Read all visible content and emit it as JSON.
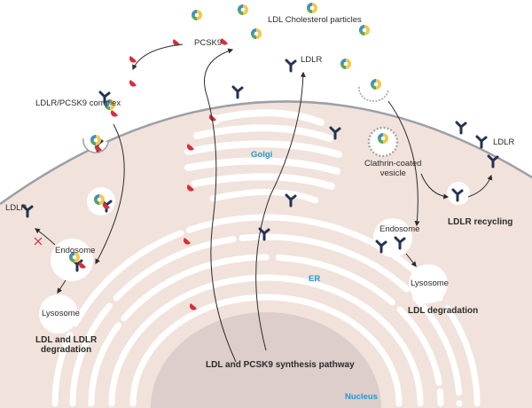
{
  "labels": {
    "ldl_particles": "LDL Cholesterol particles",
    "pcsk9": "PCSK9",
    "ldlr_top": "LDLR",
    "ldlr_pcsk9_complex": "LDLR/PCSK9 complex",
    "golgi": "Golgi",
    "clathrin_line1": "Clathrin-coated",
    "clathrin_line2": "vesicle",
    "ldlr_right": "LDLR",
    "ldlr_left": "LDLR",
    "endosome_left": "Endosome",
    "endosome_right": "Endosome",
    "ldlr_recycling": "LDLR recycling",
    "er": "ER",
    "lysosome_left": "Lysosome",
    "lysosome_right": "Lysosome",
    "ldl_degradation": "LDL degradation",
    "ldl_ldlr_degradation_1": "LDL and LDLR",
    "ldl_ldlr_degradation_2": "degradation",
    "synthesis_pathway": "LDL and PCSK9 synthesis pathway",
    "nucleus": "Nucleus"
  },
  "colors": {
    "cytoplasm": "#f1e2dc",
    "membrane": "#9c9fa6",
    "nucleus": "#ddcdcb",
    "receptor": "#243253",
    "pcsk9": "#d92d37",
    "ldl_blue": "#3d8fc9",
    "ldl_yellow": "#f2c84b",
    "ldl_green": "#56a66a",
    "label_blue": "#1f9ad6",
    "arrow": "#2b2b2b"
  }
}
